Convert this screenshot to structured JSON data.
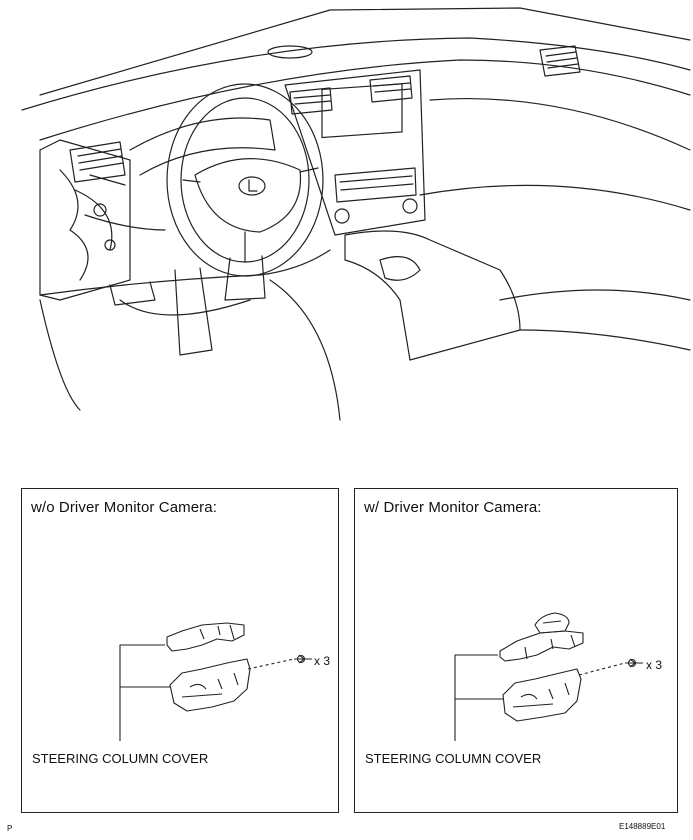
{
  "panels": [
    {
      "title": "w/o Driver Monitor Camera:",
      "part_label": "STEERING COLUMN COVER",
      "quantity": "x 3"
    },
    {
      "title": "w/ Driver Monitor Camera:",
      "part_label": "STEERING COLUMN COVER",
      "quantity": "x 3"
    }
  ],
  "footer": {
    "page_marker": "P",
    "figure_id": "E148889E01"
  }
}
